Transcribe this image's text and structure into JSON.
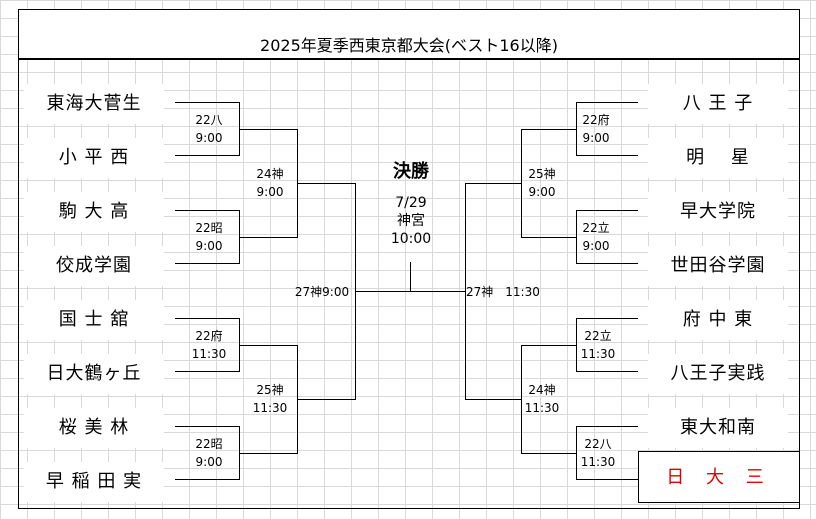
{
  "title": "2025年夏季西東京都大会(ベスト16以降)",
  "final": {
    "heading": "決勝",
    "date": "7/29",
    "venue": "神宮",
    "time": "10:00"
  },
  "left_teams": [
    "東海大菅生",
    "小 平 西",
    "駒 大 高",
    "佼成学園",
    "国 士 舘",
    "日大鶴ヶ丘",
    "桜 美 林",
    "早 稲 田 実"
  ],
  "right_teams": [
    "八 王 子",
    "明　 星",
    "早大学院",
    "世田谷学園",
    "府 中 東",
    "八王子実践",
    "東大和南"
  ],
  "champion": "日 大 三",
  "left_r16": [
    {
      "top": "22八",
      "bottom": "9:00"
    },
    {
      "top": "22昭",
      "bottom": "9:00"
    },
    {
      "top": "22府",
      "bottom": "11:30"
    },
    {
      "top": "22昭",
      "bottom": "9:00"
    }
  ],
  "left_qf": [
    {
      "top": "24神",
      "bottom": "9:00"
    },
    {
      "top": "25神",
      "bottom": "11:30"
    }
  ],
  "left_sf": "27神9:00",
  "right_r16": [
    {
      "top": "22府",
      "bottom": "9:00"
    },
    {
      "top": "22立",
      "bottom": "9:00"
    },
    {
      "top": "22立",
      "bottom": "11:30"
    },
    {
      "top": "22八",
      "bottom": "11:30"
    }
  ],
  "right_qf": [
    {
      "top": "25神",
      "bottom": "9:00"
    },
    {
      "top": "24神",
      "bottom": "11:30"
    }
  ],
  "right_sf": "27神　11:30"
}
